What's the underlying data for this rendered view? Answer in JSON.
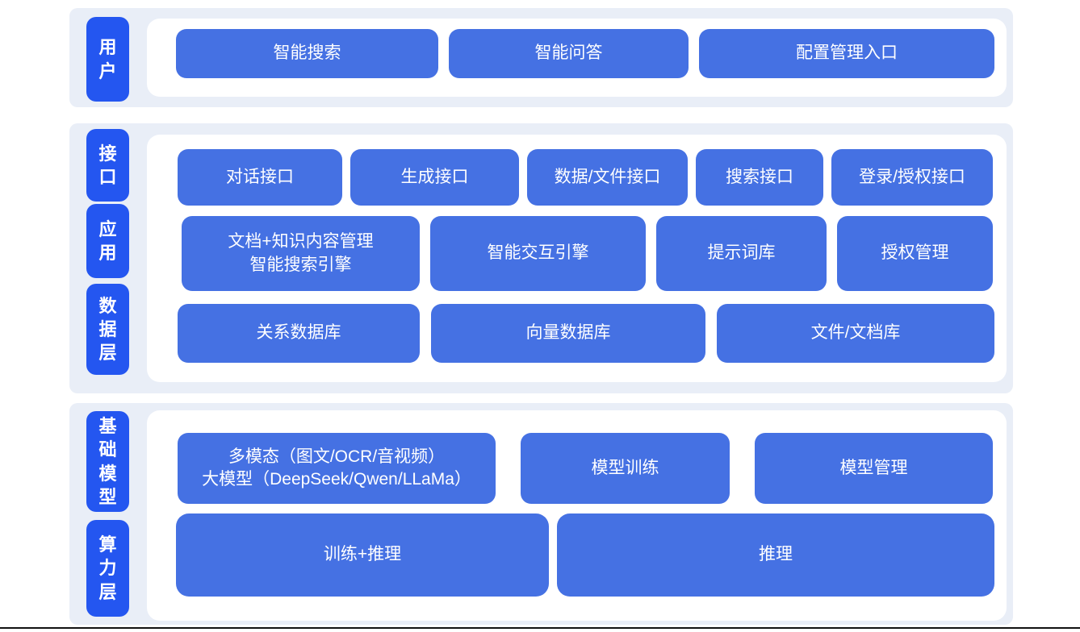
{
  "colors": {
    "panel": "#e9eef7",
    "pill": "#2456f0",
    "button": "#4571e3",
    "text_on_blue": "#ffffff",
    "bottom_line": "#111111"
  },
  "sections": [
    {
      "name": "user-layer",
      "labels": [
        {
          "text": "用户"
        }
      ],
      "rows": [
        {
          "buttons": [
            {
              "label": "智能搜索"
            },
            {
              "label": "智能问答"
            },
            {
              "label": "配置管理入口"
            }
          ]
        }
      ]
    },
    {
      "name": "interface-application-data-layer",
      "labels": [
        {
          "text": "接口"
        },
        {
          "text": "应用"
        },
        {
          "text": "数据层"
        }
      ],
      "rows": [
        {
          "buttons": [
            {
              "label": "对话接口"
            },
            {
              "label": "生成接口"
            },
            {
              "label": "数据/文件接口"
            },
            {
              "label": "搜索接口"
            },
            {
              "label": "登录/授权接口"
            }
          ]
        },
        {
          "buttons": [
            {
              "label": "文档+知识内容管理\n智能搜索引擎"
            },
            {
              "label": "智能交互引擎"
            },
            {
              "label": "提示词库"
            },
            {
              "label": "授权管理"
            }
          ]
        },
        {
          "buttons": [
            {
              "label": "关系数据库"
            },
            {
              "label": "向量数据库"
            },
            {
              "label": "文件/文档库"
            }
          ]
        }
      ]
    },
    {
      "name": "foundation-model-compute-layer",
      "labels": [
        {
          "text": "基础模型"
        },
        {
          "text": "算力层"
        }
      ],
      "rows": [
        {
          "buttons": [
            {
              "label": "多模态（图文/OCR/音视频）\n大模型（DeepSeek/Qwen/LLaMa）"
            },
            {
              "label": "模型训练"
            },
            {
              "label": "模型管理"
            }
          ]
        },
        {
          "buttons": [
            {
              "label": "训练+推理"
            },
            {
              "label": "推理"
            }
          ]
        }
      ]
    }
  ]
}
